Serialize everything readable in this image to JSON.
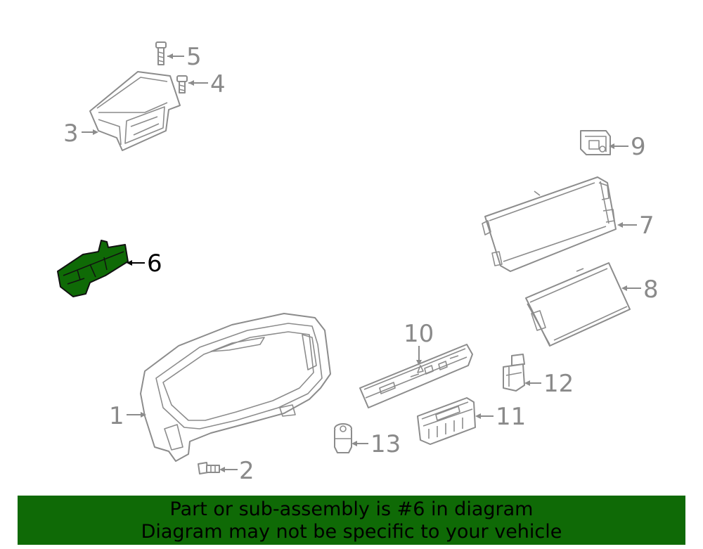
{
  "callouts": {
    "c1": "1",
    "c2": "2",
    "c3": "3",
    "c4": "4",
    "c5": "5",
    "c6": "6",
    "c7": "7",
    "c8": "8",
    "c9": "9",
    "c10": "10",
    "c11": "11",
    "c12": "12",
    "c13": "13"
  },
  "highlighted_part": "6",
  "colors": {
    "line": "#8c8c8c",
    "highlight_fill": "#0f6a06",
    "banner_bg": "#0f6a06"
  },
  "banner": {
    "line1": "Part or sub-assembly is #6 in diagram",
    "line2": "Diagram may not be specific to your vehicle"
  }
}
